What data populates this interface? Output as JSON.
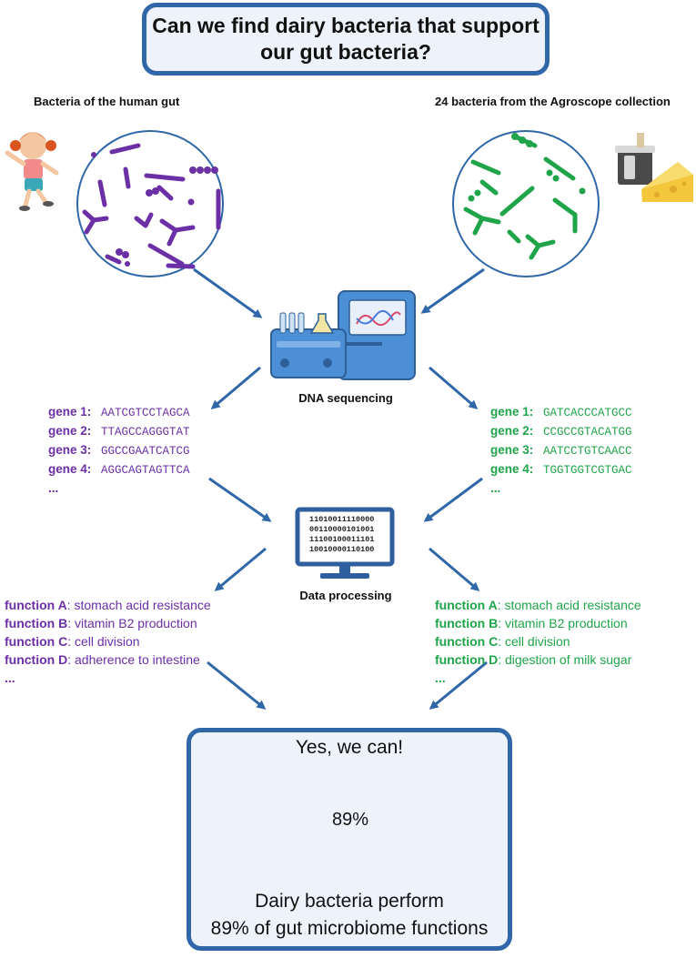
{
  "title": "Can we find dairy bacteria that support our gut bacteria?",
  "left_heading": "Bacteria of the human gut",
  "right_heading": "24 bacteria from the Agroscope collection",
  "dna_label": "DNA sequencing",
  "processing_label": "Data processing",
  "binary_lines": [
    "11010011110000",
    "00110000101001",
    "11100100011101",
    "10010000110100"
  ],
  "left_genes": [
    {
      "label": "gene 1:",
      "seq": "AATCGTCCTAGCA"
    },
    {
      "label": "gene 2:",
      "seq": "TTAGCCAGGGTAT"
    },
    {
      "label": "gene 3:",
      "seq": "GGCCGAATCATCG"
    },
    {
      "label": "gene 4:",
      "seq": "AGGCAGTAGTTCA"
    }
  ],
  "right_genes": [
    {
      "label": "gene 1:",
      "seq": "GATCACCCATGCC"
    },
    {
      "label": "gene 2:",
      "seq": "CCGCCGTACATGG"
    },
    {
      "label": "gene 3:",
      "seq": "AATCCTGTCAACC"
    },
    {
      "label": "gene 4:",
      "seq": "TGGTGGTCGTGAC"
    }
  ],
  "left_functions": [
    {
      "label": "function A",
      "desc": ": stomach acid resistance"
    },
    {
      "label": "function B",
      "desc": ": vitamin B2 production"
    },
    {
      "label": "function C",
      "desc": ": cell division"
    },
    {
      "label": "function D",
      "desc": ": adherence to intestine"
    }
  ],
  "right_functions": [
    {
      "label": "function A",
      "desc": ": stomach acid resistance"
    },
    {
      "label": "function B",
      "desc": ": vitamin B2 production"
    },
    {
      "label": "function C",
      "desc": ": cell division"
    },
    {
      "label": "function D",
      "desc": ": digestion of milk sugar"
    }
  ],
  "ellipsis": "...",
  "result_heading": "Yes, we can!",
  "venn_value": "89%",
  "venn_overlap_fraction": 0.89,
  "result_text_line1": "Dairy bacteria perform",
  "result_text_line2": "89% of gut microbiome functions",
  "colors": {
    "gut": "#6b2fa6",
    "dairy": "#1fa44a",
    "frame": "#2f67a9",
    "venn_left": "#a98bd0",
    "venn_right": "#93d8b2",
    "venn_overlap": "#5f9591"
  }
}
